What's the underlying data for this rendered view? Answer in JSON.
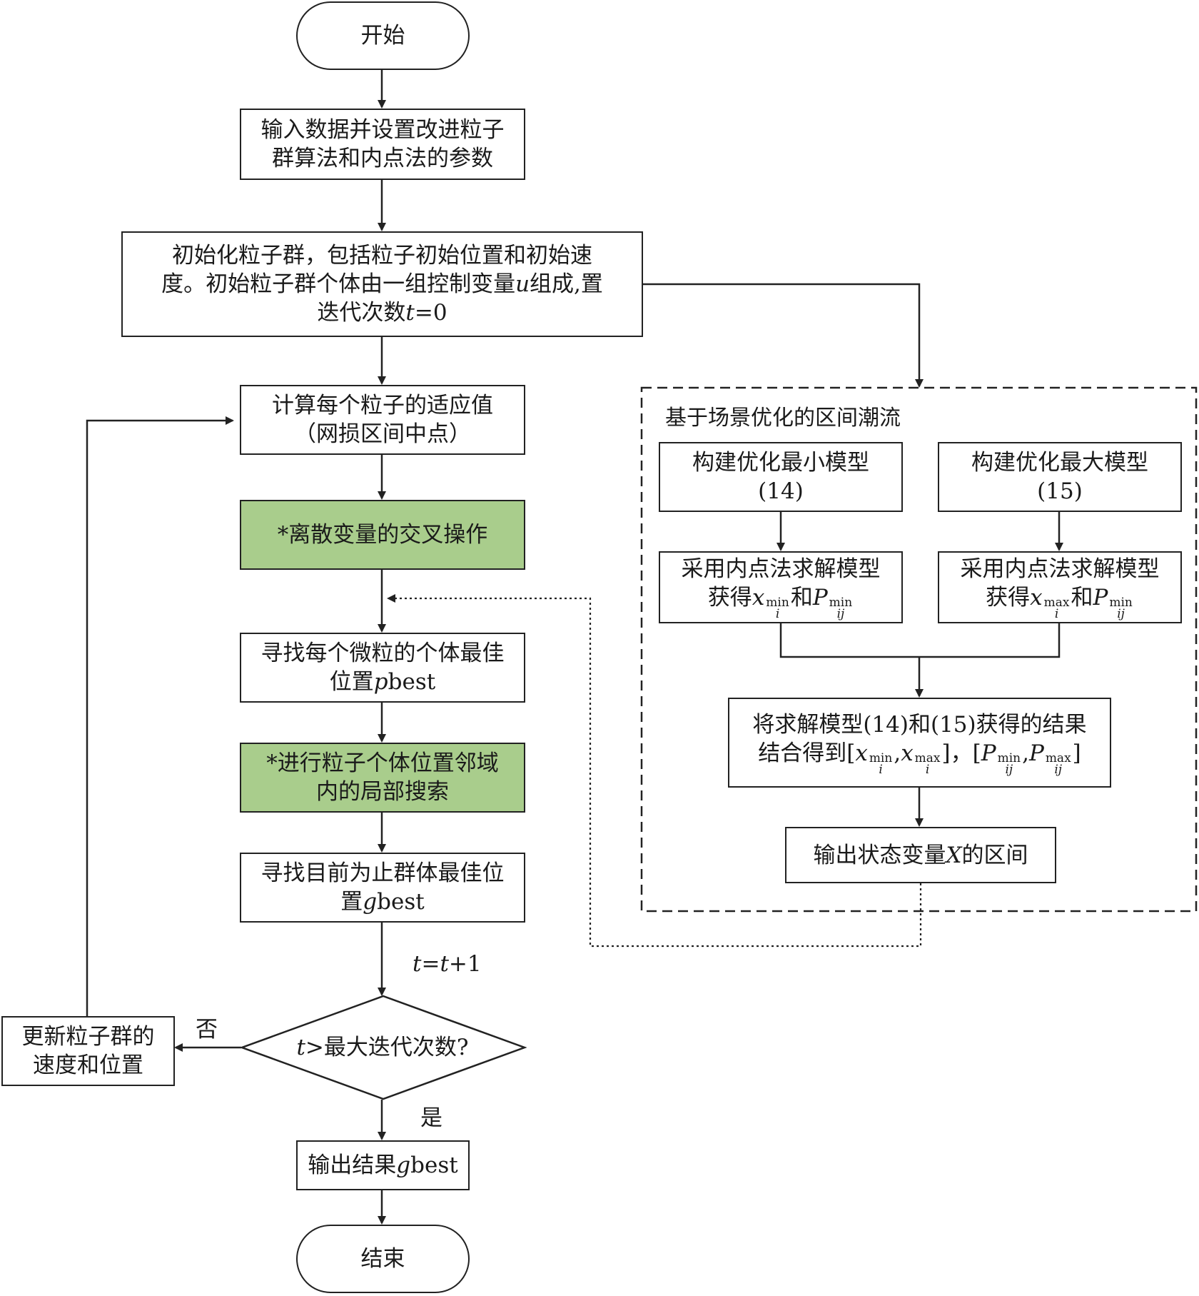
{
  "start": "开始",
  "input": {
    "line1": "输入数据并设置改进粒子",
    "line2": "群算法和内点法的参数"
  },
  "init": {
    "line1": "初始化粒子群，包括粒子初始位置和初始速",
    "line2a": "度。初始粒子群个体由一组控制变量",
    "line2var": "u",
    "line2b": "组成,置",
    "line3a": "迭代次数",
    "line3var": "t",
    "line3b": "=0"
  },
  "fitness": {
    "line1": "计算每个粒子的适应值",
    "line2": "（网损区间中点）"
  },
  "crossover": "*离散变量的交叉操作",
  "pbest": {
    "line1": "寻找每个微粒的个体最佳",
    "line2a": "位置",
    "line2var": "p",
    "line2b": "best"
  },
  "local_search": {
    "line1": "*进行粒子个体位置邻域",
    "line2": "内的局部搜索"
  },
  "gbest_find": {
    "line1": "寻找目前为止群体最佳位",
    "line2a": "置",
    "line2var": "g",
    "line2b": "best"
  },
  "iter_label": {
    "var1": "t",
    "eq": "=",
    "var2": "t",
    "rest": "+1"
  },
  "decision": {
    "var": "t",
    "text": ">最大迭代次数?"
  },
  "no_label": "否",
  "yes_label": "是",
  "update": {
    "line1": "更新粒子群的",
    "line2": "速度和位置"
  },
  "output": {
    "prefix": "输出结果",
    "var": "g",
    "suffix": "best"
  },
  "end": "结束",
  "group": {
    "title": "基于场景优化的区间潮流",
    "min_model": {
      "line1": "构建优化最小模型",
      "line2": "(14)"
    },
    "max_model": {
      "line1": "构建优化最大模型",
      "line2": "(15)"
    },
    "solve_min": {
      "line1": "采用内点法求解模型",
      "pre": "获得",
      "x": "x",
      "i": "i",
      "xsup": "min",
      "and": "和",
      "P": "P",
      "ij": "ij",
      "Psup": "min"
    },
    "solve_max": {
      "line1": "采用内点法求解模型",
      "pre": "获得",
      "x": "x",
      "i": "i",
      "xsup": "max",
      "and": "和",
      "P": "P",
      "ij": "ij",
      "Psup": "min"
    },
    "combine": {
      "line1": "将求解模型(14)和(15)获得的结果",
      "pre": "结合得到[",
      "x": "x",
      "i": "i",
      "min": "min",
      "comma": ",",
      "max": "max",
      "mid": "]，[",
      "P": "P",
      "ij": "ij",
      "end": "]"
    },
    "output_x": {
      "pre": "输出状态变量",
      "var": "X",
      "post": "的区间"
    }
  }
}
